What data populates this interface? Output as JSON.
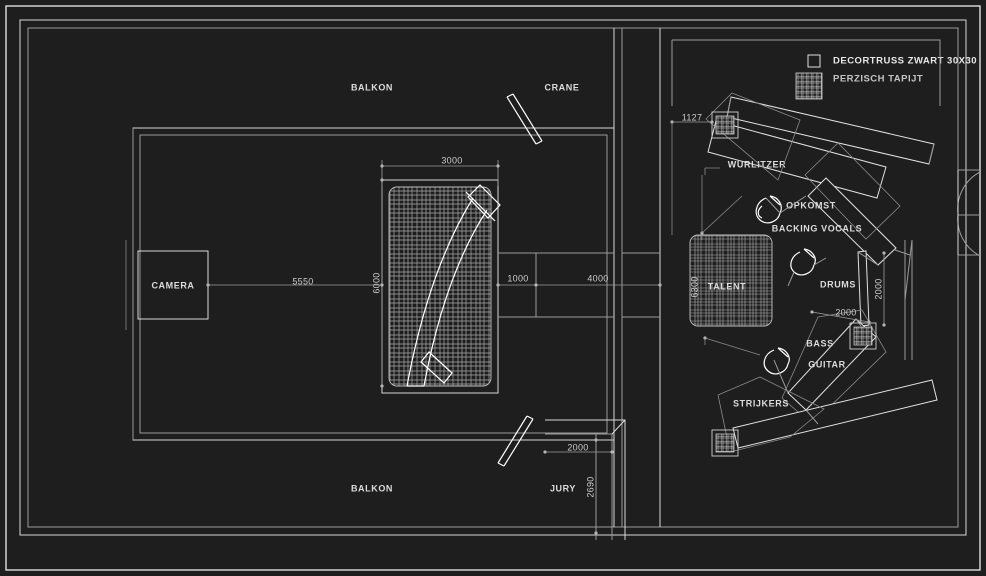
{
  "drawing": {
    "title": "Stage floor plan",
    "background_color": "#1e1e1e",
    "line_color": "#d8d8d8"
  },
  "legend": {
    "items": [
      {
        "key": "decortruss",
        "label": "DECORTRUSS ZWART 30X30",
        "swatch": "empty-square-icon"
      },
      {
        "key": "tapijt",
        "label": "PERZISCH TAPIJT",
        "swatch": "carpet-hatch-icon"
      }
    ]
  },
  "labels": {
    "balkon_top": "BALKON",
    "crane": "CRANE",
    "camera": "CAMERA",
    "balkon_bottom": "BALKON",
    "jury": "JURY",
    "wurlitzer": "WURLITZER",
    "opkomst": "OPKOMST",
    "backing_vocals": "BACKING VOCALS",
    "talent": "TALENT",
    "drums": "DRUMS",
    "bass": "BASS",
    "guitar": "GUITAR",
    "strijkers": "STRIJKERS"
  },
  "dimensions": {
    "stage_width": "3000",
    "stage_depth": "6000",
    "camera_to_stage": "5550",
    "gap_1000": "1000",
    "gap_4000": "4000",
    "jury_width": "2000",
    "jury_depth": "2690",
    "truss_offset": "1127",
    "talent_carpet": "6300",
    "drums_right": "2000",
    "drums_lower": "2000"
  }
}
